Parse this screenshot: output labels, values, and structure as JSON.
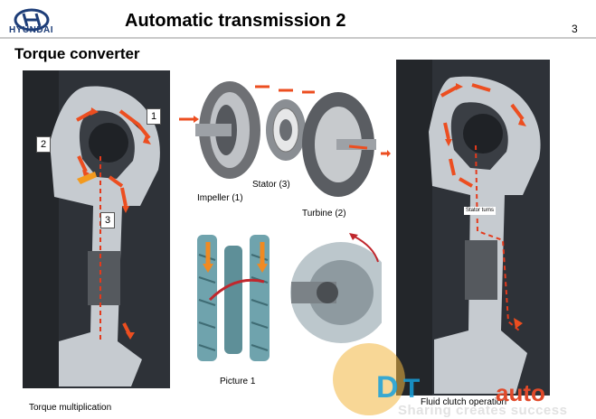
{
  "header": {
    "brand": "HYUNDAI",
    "title": "Automatic transmission 2",
    "page_number": "3"
  },
  "subtitle": "Torque converter",
  "left_panel": {
    "markers": [
      "1",
      "2",
      "3"
    ],
    "caption": "Torque multiplication"
  },
  "center_panel": {
    "labels": {
      "impeller": "Impeller (1)",
      "stator": "Stator (3)",
      "turbine": "Turbine (2)",
      "picture": "Picture 1"
    }
  },
  "right_panel": {
    "stator_note": "Stator turns",
    "caption": "Fluid clutch operation"
  },
  "watermark": {
    "text": "Sharing creates success"
  },
  "colors": {
    "brand_blue": "#1d3d78",
    "flow_arrow": "#ec4e20",
    "dashed_path": "#e43a1c",
    "cutaway_bg": "#2e3238",
    "metal_light": "#c6cbd0",
    "watermark_gold": "#f3b640",
    "watermark_blue": "#17a0dc"
  }
}
